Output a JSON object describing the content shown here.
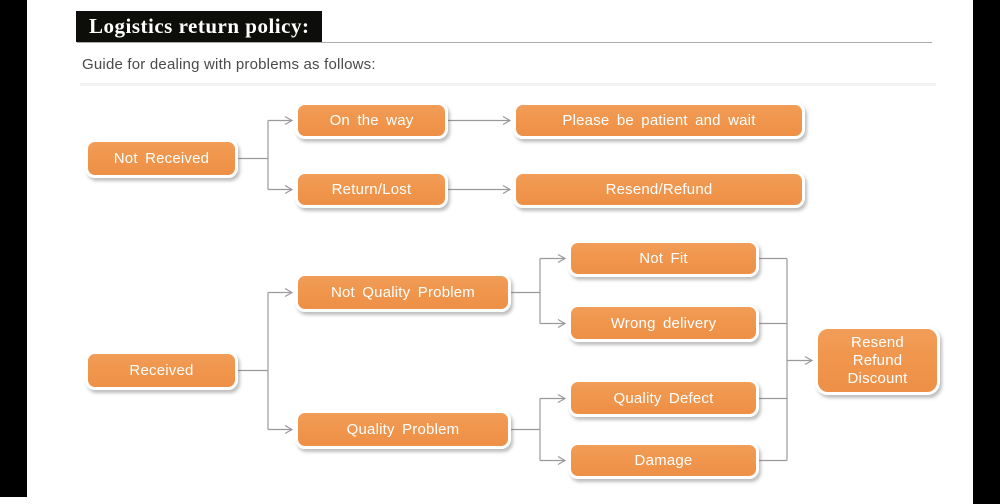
{
  "page": {
    "title": "Logistics return policy:",
    "subtitle": "Guide for dealing with problems as follows:"
  },
  "flowchart": {
    "nodes": {
      "not_received": {
        "label": "Not Received"
      },
      "on_the_way": {
        "label": "On the way"
      },
      "please_wait": {
        "label": "Please be patient and wait"
      },
      "return_lost": {
        "label": "Return/Lost"
      },
      "resend_refund": {
        "label": "Resend/Refund"
      },
      "received": {
        "label": "Received"
      },
      "not_quality_problem": {
        "label": "Not Quality Problem"
      },
      "not_fit": {
        "label": "Not Fit"
      },
      "wrong_delivery": {
        "label": "Wrong delivery"
      },
      "quality_problem": {
        "label": "Quality Problem"
      },
      "quality_defect": {
        "label": "Quality Defect"
      },
      "damage": {
        "label": "Damage"
      },
      "resolution": {
        "label": "Resend\nRefund\nDiscount"
      }
    },
    "edges": [
      {
        "from": "Not Received",
        "to": "On the way"
      },
      {
        "from": "Not Received",
        "to": "Return/Lost"
      },
      {
        "from": "On the way",
        "to": "Please be patient and wait"
      },
      {
        "from": "Return/Lost",
        "to": "Resend/Refund"
      },
      {
        "from": "Received",
        "to": "Not Quality Problem"
      },
      {
        "from": "Received",
        "to": "Quality Problem"
      },
      {
        "from": "Not Quality Problem",
        "to": "Not Fit"
      },
      {
        "from": "Not Quality Problem",
        "to": "Wrong delivery"
      },
      {
        "from": "Quality Problem",
        "to": "Quality Defect"
      },
      {
        "from": "Quality Problem",
        "to": "Damage"
      },
      {
        "from": "Not Fit",
        "to": "Resend Refund Discount"
      },
      {
        "from": "Wrong delivery",
        "to": "Resend Refund Discount"
      },
      {
        "from": "Quality Defect",
        "to": "Resend Refund Discount"
      },
      {
        "from": "Damage",
        "to": "Resend Refund Discount"
      }
    ]
  },
  "colors": {
    "node_fill": "#F0964D",
    "node_text": "#FFFFFF",
    "connector": "#9A9A9A",
    "title_bg": "#0D0D0A",
    "title_text": "#FFFFFF",
    "frame": "#000000"
  }
}
